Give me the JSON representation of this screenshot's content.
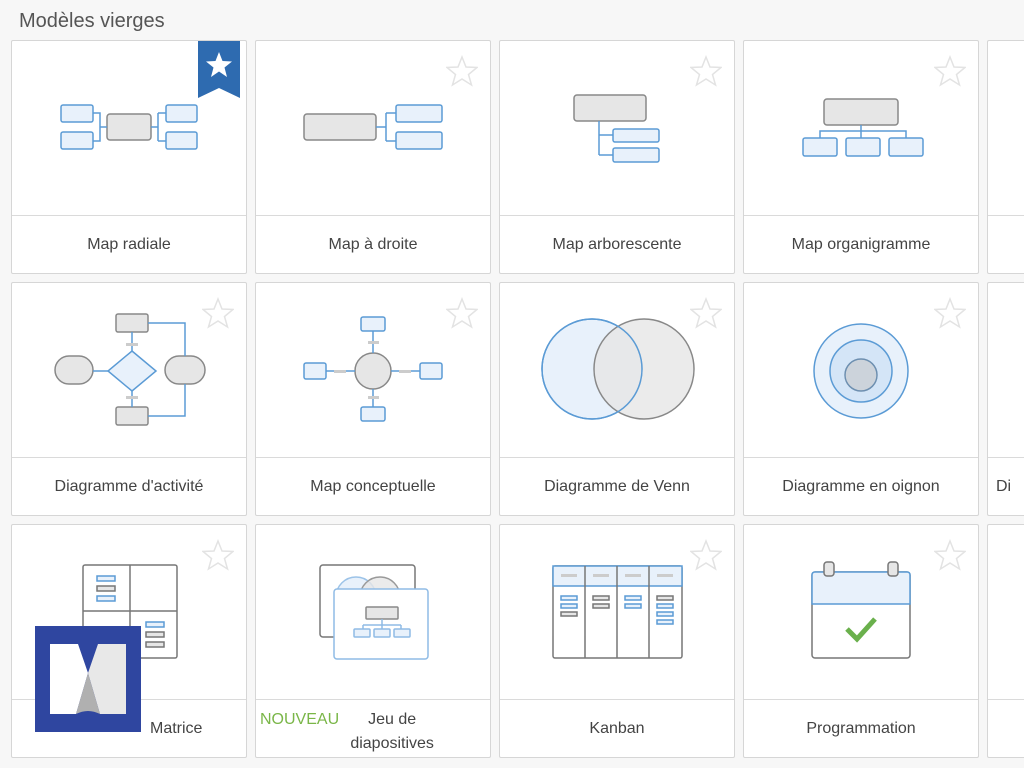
{
  "section_title": "Modèles vierges",
  "badge_new": "NOUVEAU",
  "colors": {
    "accent_blue": "#5b9bd5",
    "favorite_ribbon": "#2e6bb0",
    "new_green": "#7ab648",
    "logo_bg": "#2f46a0"
  },
  "templates": [
    {
      "label": "Map radiale",
      "favorite": true
    },
    {
      "label": "Map à droite",
      "favorite": false
    },
    {
      "label": "Map arborescente",
      "favorite": false
    },
    {
      "label": "Map organigramme",
      "favorite": false
    },
    {
      "label": "Diagramme d'activité",
      "favorite": false
    },
    {
      "label": "Map conceptuelle",
      "favorite": false
    },
    {
      "label": "Diagramme de Venn",
      "favorite": false
    },
    {
      "label": "Diagramme en oignon",
      "favorite": false
    },
    {
      "label": "Di",
      "favorite": false
    },
    {
      "label": "Matrice",
      "favorite": false
    },
    {
      "label": "Jeu de diapositives",
      "favorite": false,
      "is_new": true
    },
    {
      "label": "Kanban",
      "favorite": false
    },
    {
      "label": "Programmation",
      "favorite": false
    }
  ]
}
